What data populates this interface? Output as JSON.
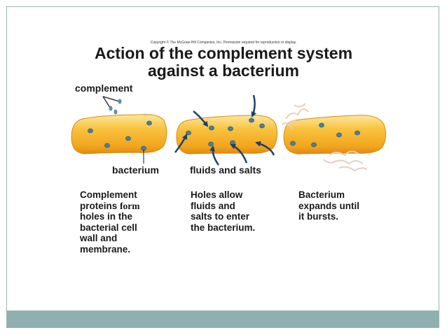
{
  "copyright": "Copyright © The McGraw-Hill Companies, Inc. Permission required for reproduction or display.",
  "title": {
    "line1": "Action of the complement system",
    "line2": "against a bacterium"
  },
  "labels": {
    "complement": "complement",
    "bacterium": "bacterium",
    "fluids_and_salts": "fluids and salts"
  },
  "captions": {
    "step1": {
      "line1": "Complement",
      "line2_a": "proteins ",
      "line2_b": "form",
      "line3": "holes in the",
      "line4": "bacterial cell",
      "line5": "wall and",
      "line6": "membrane."
    },
    "step2": [
      "Holes allow",
      "fluids and",
      "salts to enter",
      "the bacterium."
    ],
    "step3": [
      "Bacterium",
      "expands until",
      "it bursts."
    ]
  },
  "colors": {
    "bacterium_fill": "#f5b52a",
    "bacterium_highlight": "#fde7a0",
    "pore": "#4a7fa0",
    "arrow": "#1f3f73",
    "footer": "#8fb0ae"
  }
}
